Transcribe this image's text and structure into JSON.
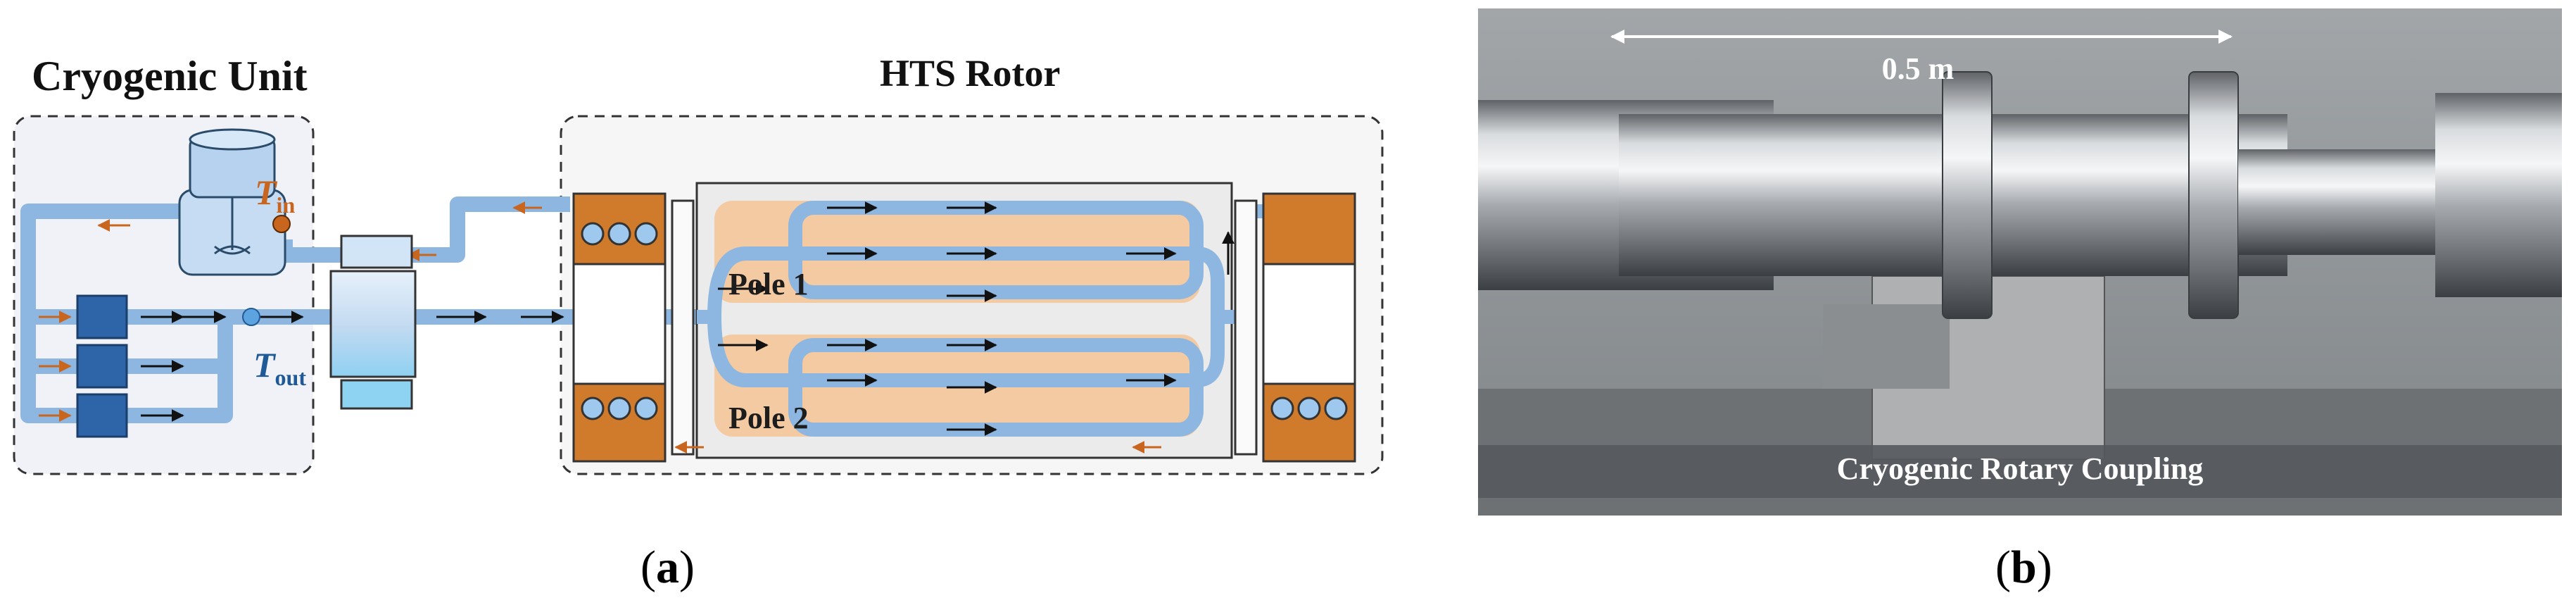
{
  "panel_a": {
    "cryogenic_unit_title": "Cryogenic Unit",
    "hts_rotor_title": "HTS Rotor",
    "t_in_symbol": "T",
    "t_in_subscript": "in",
    "t_out_symbol": "T",
    "t_out_subscript": "out",
    "pole1_label": "Pole 1",
    "pole2_label": "Pole 2",
    "caption_open": "(",
    "caption_letter": "a",
    "caption_close": ")"
  },
  "panel_b": {
    "scale_label": "0.5 m",
    "coupling_label": "Cryogenic Rotary Coupling",
    "caption_open": "(",
    "caption_letter": "b",
    "caption_close": ")"
  },
  "colors": {
    "pipe_blue": "#7fb0dd",
    "pump_blue": "#2e64a8",
    "coil_orange": "#d07a2c",
    "pole_peach": "#f4caa2",
    "t_in_orange": "#c8651e",
    "t_out_blue": "#1f5a97"
  }
}
